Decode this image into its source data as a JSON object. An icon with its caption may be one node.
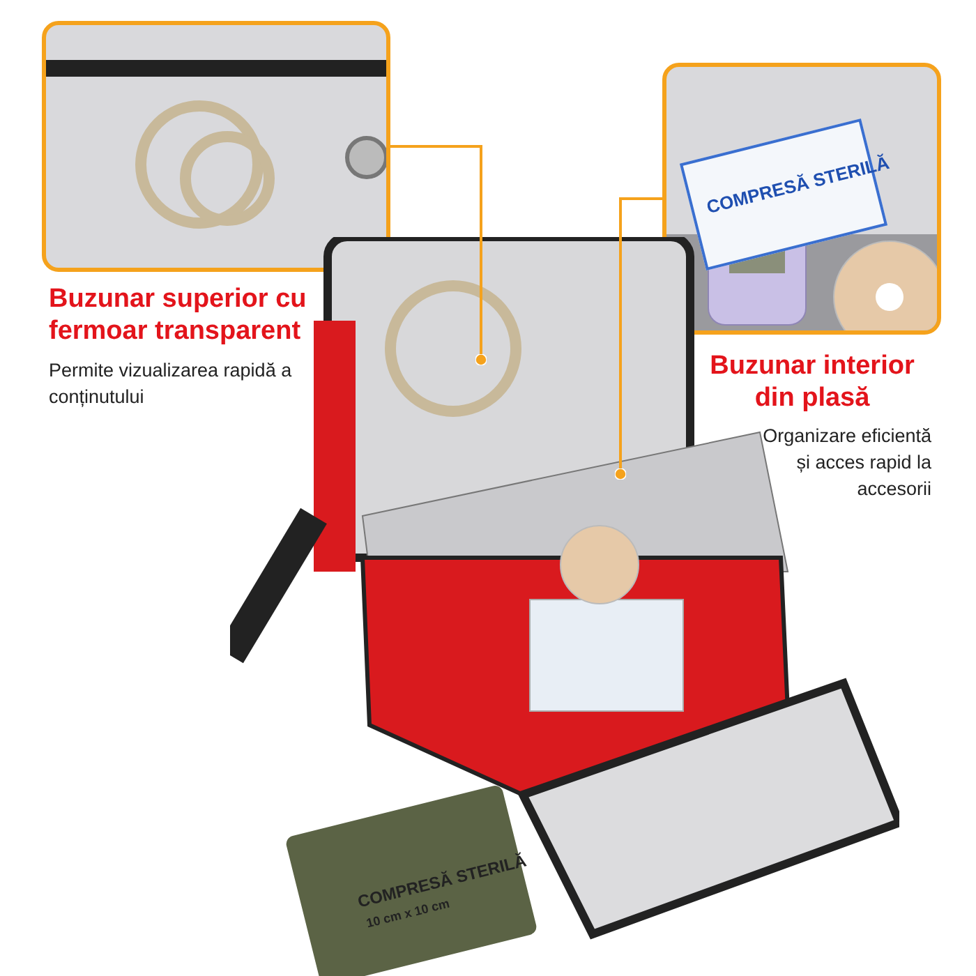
{
  "diagram": {
    "nodes": [
      {
        "text": [],
        "shape": "picture"
      },
      {
        "text": [],
        "shape": "picture"
      },
      {
        "text": [],
        "shape": "picture"
      }
    ],
    "edges": [
      {
        "from": 0,
        "to": 2,
        "arrow": "other"
      },
      {
        "from": 1,
        "to": 2,
        "arrow": "other"
      }
    ],
    "labels": [
      "COMPRESĂ STERILĂ",
      "Buzunar superior cu fermoar transparent",
      "Buzunar interior din plasă",
      "Permite vizualizarea rapidă a conținutului",
      "Organizare eficientă și acces rapid la accesorii",
      "COMPRESĂ STERILĂ",
      "10 cm x 10 cm"
    ]
  }
}
